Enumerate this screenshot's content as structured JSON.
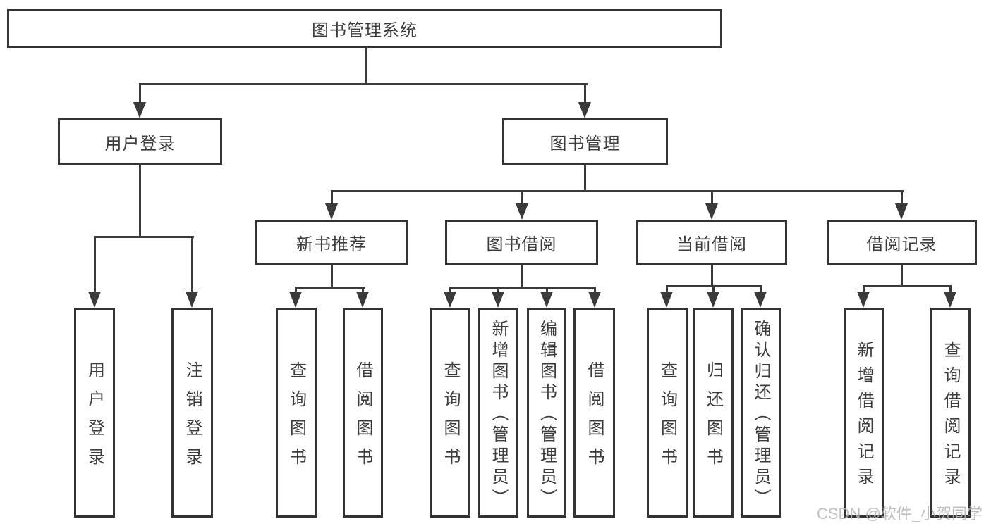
{
  "tree": {
    "root": {
      "label": "图书管理系统"
    },
    "children": [
      {
        "label": "用户登录",
        "children": [
          {
            "label": "用户登录"
          },
          {
            "label": "注销登录"
          }
        ]
      },
      {
        "label": "图书管理",
        "children": [
          {
            "label": "新书推荐",
            "children": [
              {
                "label": "查询图书"
              },
              {
                "label": "借阅图书"
              }
            ]
          },
          {
            "label": "图书借阅",
            "children": [
              {
                "label": "查询图书"
              },
              {
                "label": "新增图书（管理员）"
              },
              {
                "label": "编辑图书（管理员）"
              },
              {
                "label": "借阅图书"
              }
            ]
          },
          {
            "label": "当前借阅",
            "children": [
              {
                "label": "查询图书"
              },
              {
                "label": "归还图书"
              },
              {
                "label": "确认归还（管理员）"
              }
            ]
          },
          {
            "label": "借阅记录",
            "children": [
              {
                "label": "新增借阅记录"
              },
              {
                "label": "查询借阅记录"
              }
            ]
          }
        ]
      }
    ]
  },
  "watermark": "CSDN @软件_小贺同学",
  "colors": {
    "line": "#3a3a3a",
    "border": "#333333",
    "text": "#3d3d3d",
    "watermark": "#b5b5b5",
    "background": "#ffffff"
  }
}
